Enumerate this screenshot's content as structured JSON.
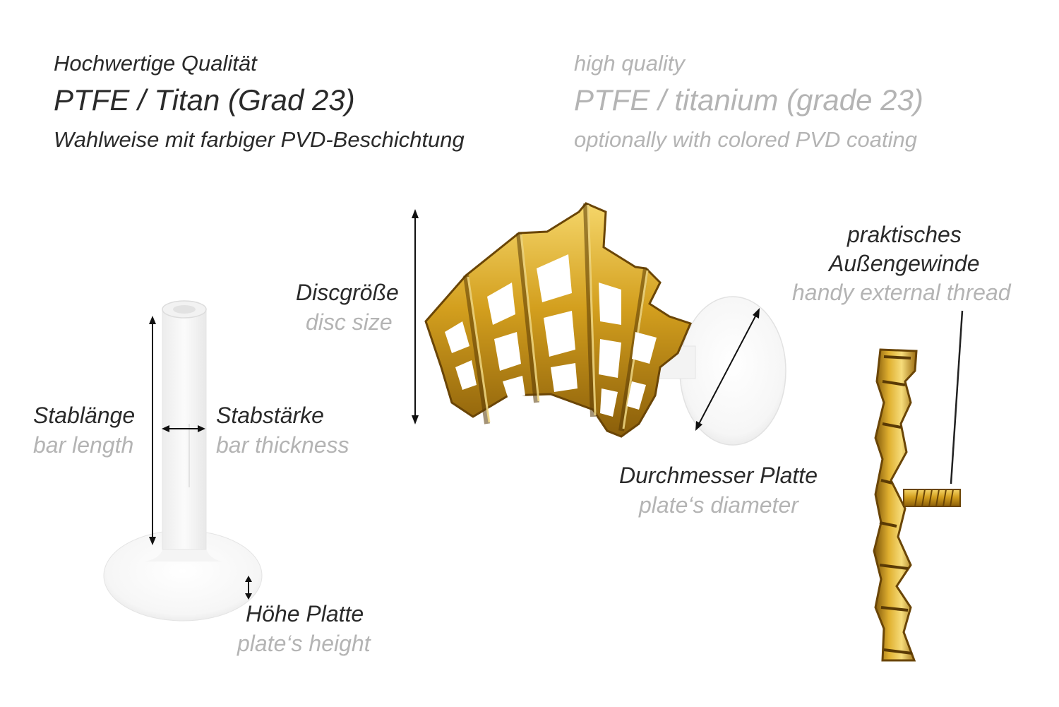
{
  "header": {
    "de": {
      "quality": "Hochwertige Qualität",
      "material": "PTFE / Titan (Grad 23)",
      "coating": "Wahlweise mit farbiger PVD-Beschichtung"
    },
    "en": {
      "quality": "high quality",
      "material": "PTFE / titanium (grade 23)",
      "coating": "optionally with colored PVD coating"
    }
  },
  "labels": {
    "bar_length": {
      "de": "Stablänge",
      "en": "bar length"
    },
    "bar_thickness": {
      "de": "Stabstärke",
      "en": "bar thickness"
    },
    "plate_height": {
      "de": "Höhe Platte",
      "en": "plate‘s height"
    },
    "disc_size": {
      "de": "Discgröße",
      "en": "disc size"
    },
    "plate_diameter": {
      "de": "Durchmesser Platte",
      "en": "plate‘s diameter"
    },
    "thread": {
      "de_line1": "praktisches",
      "de_line2": "Außengewinde",
      "en": "handy external thread"
    }
  },
  "colors": {
    "german_text": "#2a2a2a",
    "english_text": "#b4b4b4",
    "gold": "#d4a020",
    "ptfe": "#f4f4f4"
  }
}
